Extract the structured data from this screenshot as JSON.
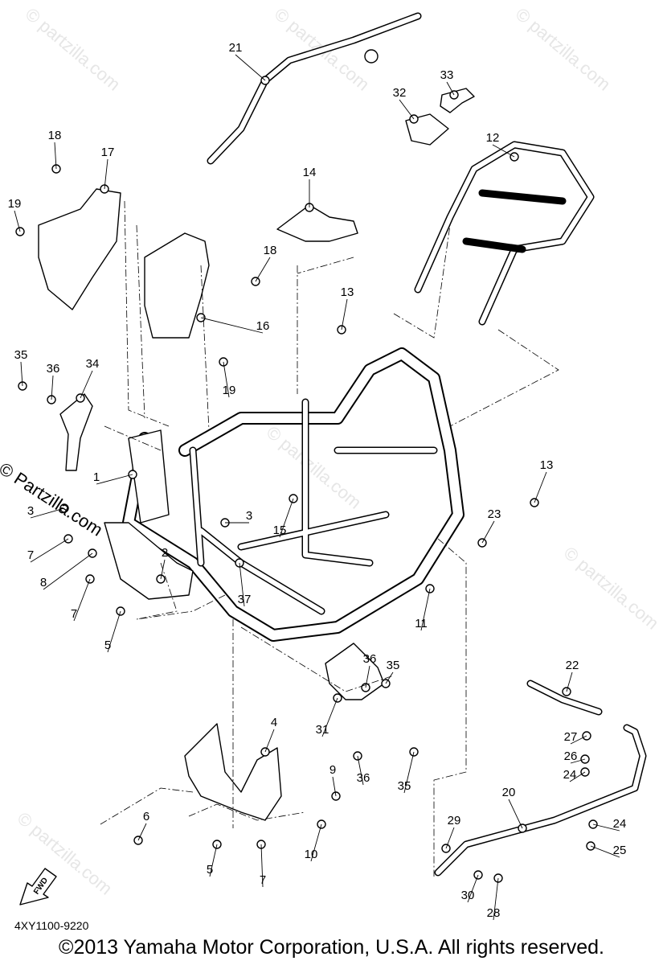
{
  "diagram": {
    "callouts": [
      "21",
      "33",
      "32",
      "12",
      "18",
      "17",
      "19",
      "14",
      "18",
      "16",
      "13",
      "19",
      "35",
      "36",
      "34",
      "1",
      "3",
      "3",
      "13",
      "15",
      "23",
      "7",
      "2",
      "8",
      "7",
      "37",
      "11",
      "5",
      "36",
      "35",
      "22",
      "31",
      "27",
      "26",
      "24",
      "4",
      "9",
      "36",
      "35",
      "20",
      "29",
      "24",
      "25",
      "6",
      "10",
      "5",
      "7",
      "30",
      "28"
    ],
    "fwd_label": "FWD",
    "watermark": "© Partzilla.com",
    "watermark_faint": "© partzilla.com"
  },
  "footer": {
    "part_number": "4XY1100-9220",
    "copyright": "©2013  Yamaha Motor Corporation, U.S.A. All rights reserved."
  }
}
